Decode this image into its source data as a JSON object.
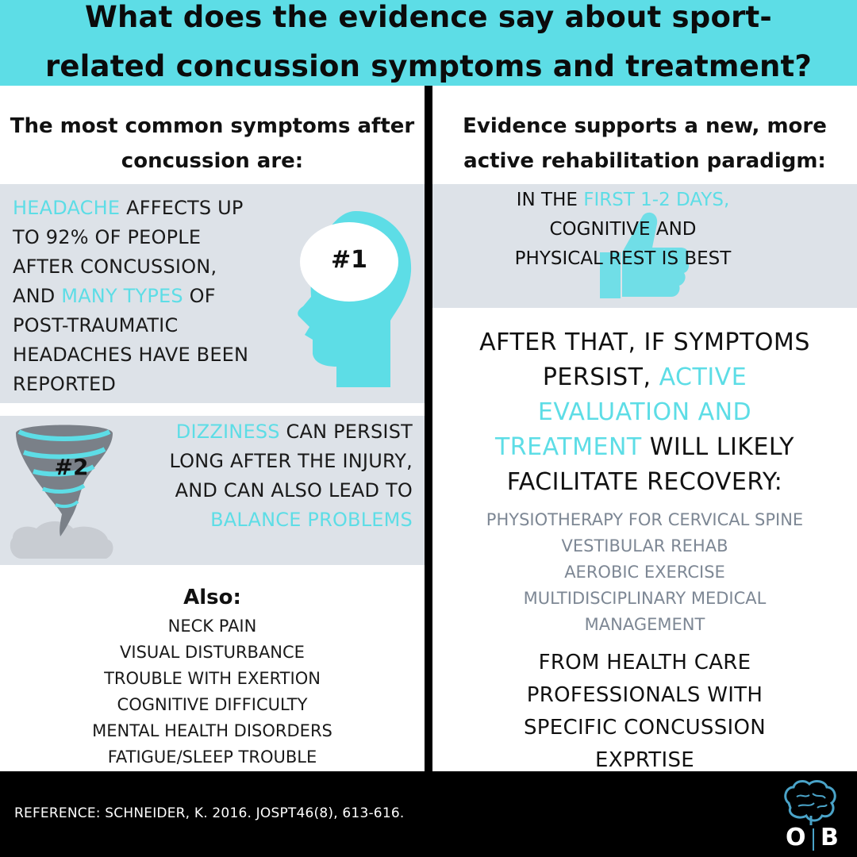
{
  "header": {
    "title_line1": "What does the evidence say about sport-",
    "title_line2": "related concussion symptoms and treatment?"
  },
  "left": {
    "title_line1": "The most common symptoms after",
    "title_line2": "concussion are:",
    "headache": {
      "badge": "#1",
      "line1_highlight": "HEADACHE",
      "line1_rest": " AFFECTS UP",
      "line2": "TO 92% OF PEOPLE",
      "line3": "AFTER CONCUSSION,",
      "line4_pre": "AND ",
      "line4_highlight": "MANY TYPES",
      "line4_post": " OF",
      "line5": "POST-TRAUMATIC",
      "line6": "HEADACHES HAVE BEEN",
      "line7": "REPORTED"
    },
    "dizziness": {
      "badge": "#2",
      "line1_highlight": "DIZZINESS",
      "line1_rest": " CAN PERSIST",
      "line2": "LONG AFTER THE INJURY,",
      "line3": "AND CAN ALSO LEAD TO",
      "line4_highlight": "BALANCE PROBLEMS"
    },
    "also": {
      "title": "Also:",
      "items": [
        "NECK PAIN",
        "VISUAL DISTURBANCE",
        "TROUBLE WITH EXERTION",
        "COGNITIVE DIFFICULTY",
        "MENTAL HEALTH DISORDERS",
        "FATIGUE/SLEEP TROUBLE"
      ]
    }
  },
  "right": {
    "title_line1": "Evidence supports a new, more",
    "title_line2": "active rehabilitation paradigm:",
    "rest": {
      "line1_pre": "IN THE ",
      "line1_highlight": "FIRST 1-2 DAYS,",
      "line2": "COGNITIVE AND",
      "line3": "PHYSICAL REST IS BEST"
    },
    "active": {
      "line1": "AFTER THAT, IF SYMPTOMS",
      "line2_pre": "PERSIST, ",
      "line2_highlight": "ACTIVE",
      "line3_highlight": "EVALUATION AND",
      "line4_highlight": "TREATMENT",
      "line4_post": " WILL LIKELY",
      "line5": "FACILITATE RECOVERY:"
    },
    "treatments": [
      "PHYSIOTHERAPY FOR CERVICAL SPINE",
      "VESTIBULAR REHAB",
      "AEROBIC EXERCISE",
      "MULTIDISCIPLINARY MEDICAL",
      "MANAGEMENT"
    ],
    "professionals": {
      "line1": "FROM HEALTH CARE",
      "line2": "PROFESSIONALS WITH",
      "line3": "SPECIFIC CONCUSSION",
      "line4": "EXPRTISE"
    }
  },
  "footer": {
    "reference": "REFERENCE:  SCHNEIDER, K. 2016. JOSPT46(8), 613-616.",
    "logo_letter_left": "O",
    "logo_letter_right": "B"
  },
  "colors": {
    "accent": "#5ddde6",
    "panel_gray": "#dde2e8",
    "treatment_gray": "#7d8794"
  }
}
